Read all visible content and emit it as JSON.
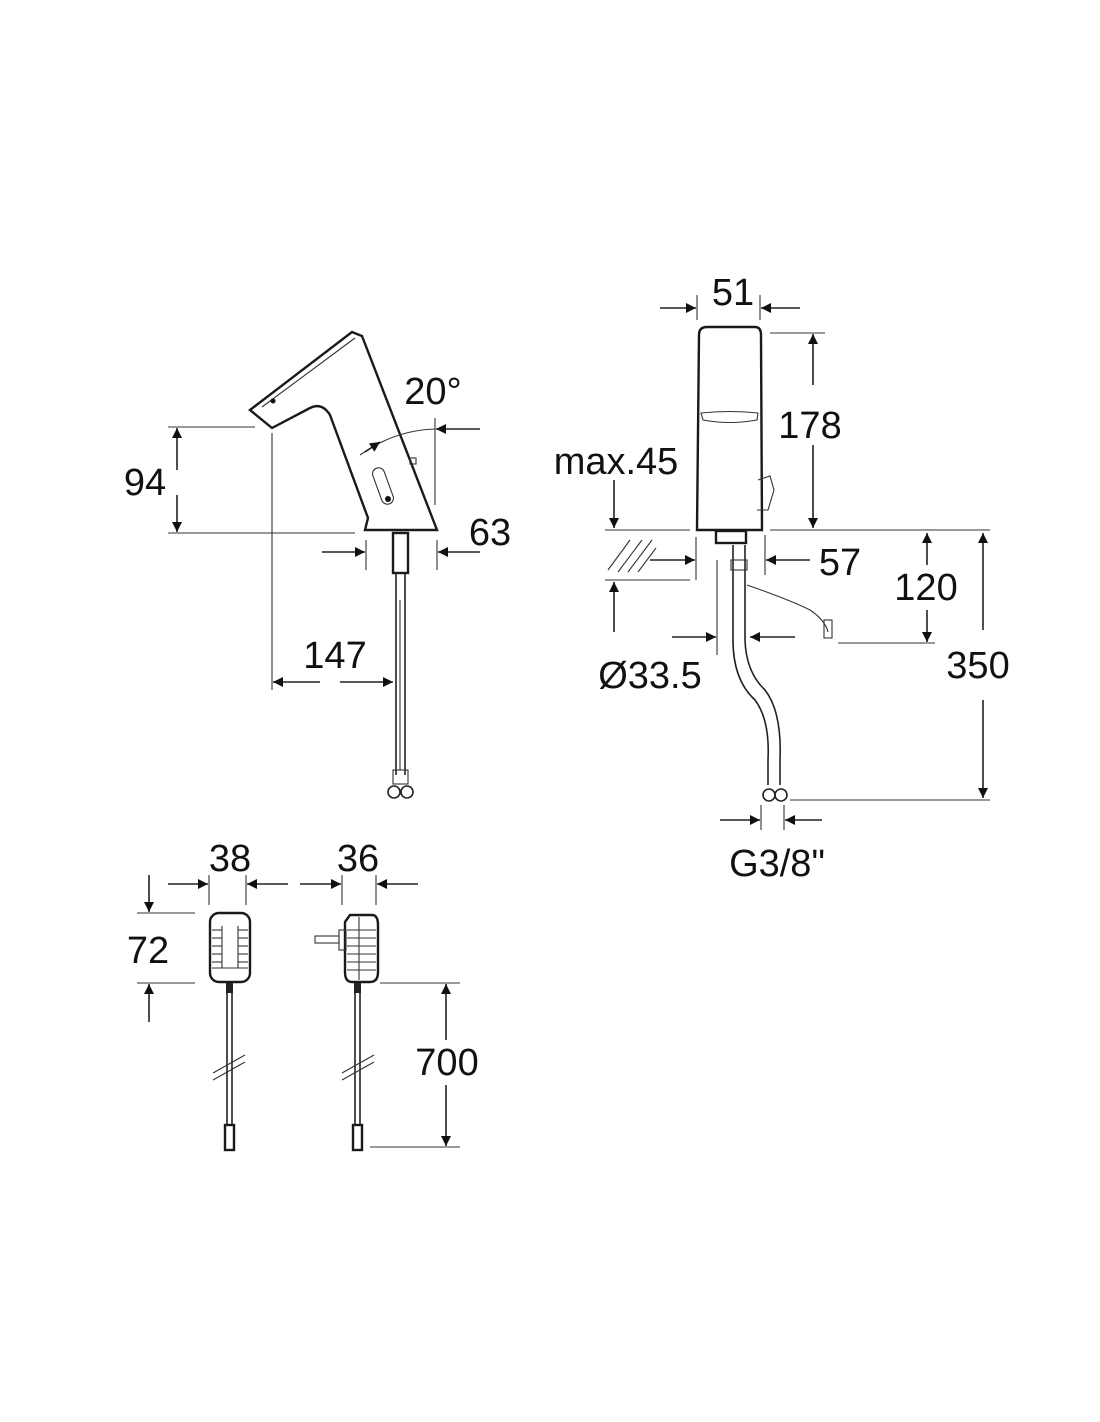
{
  "side_view": {
    "angle": "20°",
    "height_spout": "94",
    "base_depth": "63",
    "projection": "147"
  },
  "front_view": {
    "width": "51",
    "height": "178",
    "max_deck": "max.45",
    "base_width": "57",
    "hole_diameter": "Ø33.5",
    "cable_height": "120",
    "total_length": "350",
    "connection": "G3/8\""
  },
  "power_supply": {
    "width_front": "38",
    "width_side": "36",
    "height": "72",
    "cable_length": "700"
  },
  "colors": {
    "line": "#1a1a1a",
    "background": "#ffffff"
  }
}
